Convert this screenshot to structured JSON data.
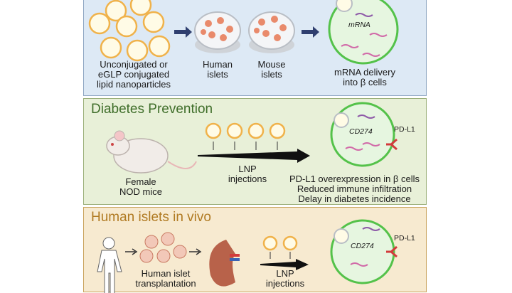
{
  "panel1": {
    "nanoparticles_label": [
      "Unconjugated or",
      "eGLP conjugated",
      "lipid nanoparticles"
    ],
    "human_islets_label": [
      "Human",
      "islets"
    ],
    "mouse_islets_label": [
      "Mouse",
      "islets"
    ],
    "mrna_label": "mRNA",
    "delivery_label": [
      "mRNA delivery",
      "into β cells"
    ]
  },
  "panel2": {
    "title": "Diabetes Prevention",
    "mouse_label": [
      "Female",
      "NOD mice"
    ],
    "lnp_label": [
      "LNP",
      "injections"
    ],
    "gene_label": "CD274",
    "protein_label": "PD-L1",
    "outcomes": [
      "PD-L1 overexpression in β cells",
      "Reduced immune infiltration",
      "Delay in diabetes incidence"
    ]
  },
  "panel3": {
    "title": "Human islets in vivo",
    "transplant_label": [
      "Human islet",
      "transplantation"
    ],
    "lnp_label": [
      "LNP",
      "injections"
    ],
    "gene_label": "CD274",
    "protein_label": "PD-L1"
  },
  "colors": {
    "panel1_bg": "#dde9f5",
    "panel2_bg": "#e8f0d8",
    "panel3_bg": "#f7ead0",
    "cell_green": "#54c24a",
    "arrow_navy": "#2f3f6f"
  }
}
